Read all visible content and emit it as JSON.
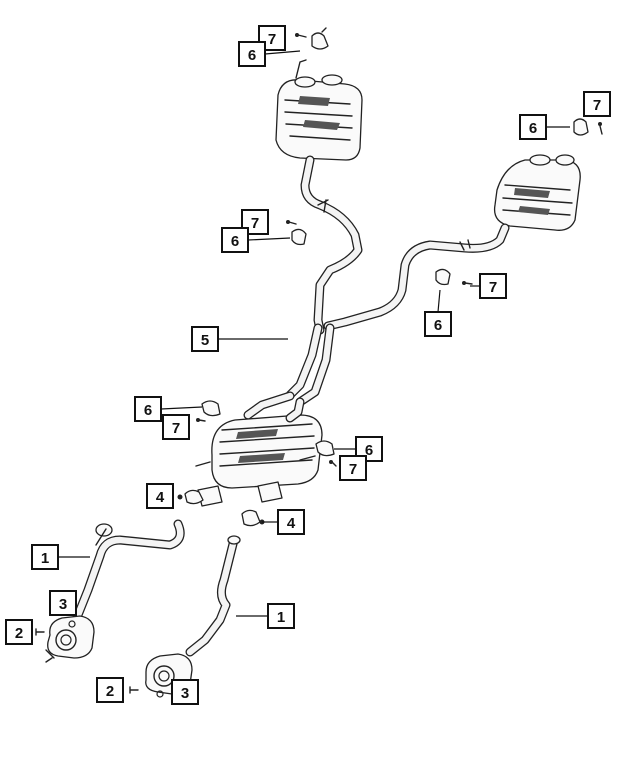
{
  "diagram": {
    "callouts": [
      {
        "id": "c7a",
        "label": "7"
      },
      {
        "id": "c6a",
        "label": "6"
      },
      {
        "id": "c7b",
        "label": "7"
      },
      {
        "id": "c6b",
        "label": "6"
      },
      {
        "id": "c7c",
        "label": "7"
      },
      {
        "id": "c6c",
        "label": "6"
      },
      {
        "id": "c7d",
        "label": "7"
      },
      {
        "id": "c6d",
        "label": "6"
      },
      {
        "id": "c5",
        "label": "5"
      },
      {
        "id": "c6e",
        "label": "6"
      },
      {
        "id": "c7e",
        "label": "7"
      },
      {
        "id": "c6f",
        "label": "6"
      },
      {
        "id": "c7f",
        "label": "7"
      },
      {
        "id": "c4a",
        "label": "4"
      },
      {
        "id": "c4b",
        "label": "4"
      },
      {
        "id": "c1a",
        "label": "1"
      },
      {
        "id": "c3a",
        "label": "3"
      },
      {
        "id": "c2a",
        "label": "2"
      },
      {
        "id": "c1b",
        "label": "1"
      },
      {
        "id": "c2b",
        "label": "2"
      },
      {
        "id": "c3b",
        "label": "3"
      }
    ]
  }
}
